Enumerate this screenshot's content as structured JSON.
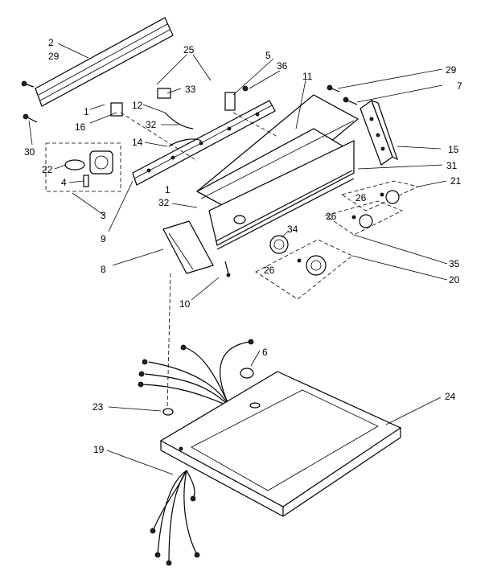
{
  "callouts": {
    "c2": "2",
    "c29a": "29",
    "c25": "25",
    "c5": "5",
    "c36": "36",
    "c11": "11",
    "c29b": "29",
    "c7": "7",
    "c33": "33",
    "c1a": "1",
    "c12": "12",
    "c16": "16",
    "c32a": "32",
    "c30": "30",
    "c14": "14",
    "c15": "15",
    "c22": "22",
    "c31": "31",
    "c4": "4",
    "c21": "21",
    "c3": "3",
    "c1b": "1",
    "c32b": "32",
    "c26a": "26",
    "c26b": "26",
    "c9": "9",
    "c34": "34",
    "c8": "8",
    "c35": "35",
    "c26c": "26",
    "c20": "20",
    "c10": "10",
    "c6": "6",
    "c24": "24",
    "c23": "23",
    "c19": "19"
  }
}
